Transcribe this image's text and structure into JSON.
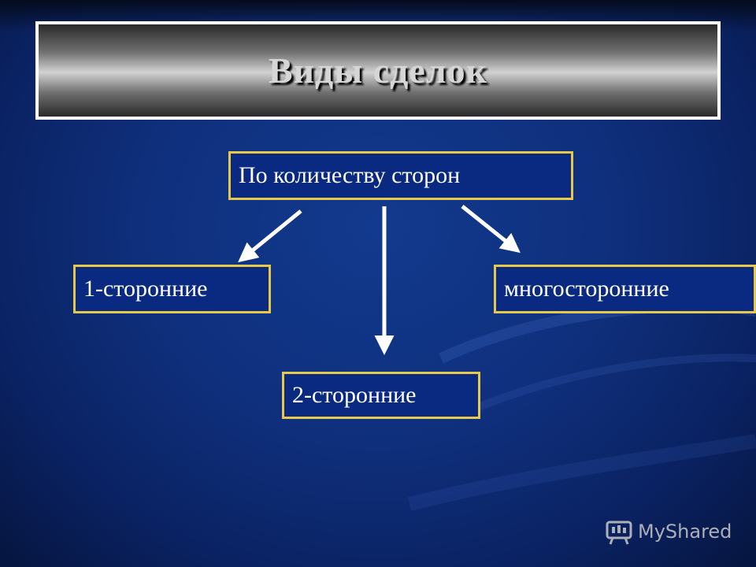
{
  "title": "Виды сделок",
  "diagram": {
    "root": "По количеству сторон",
    "children": [
      {
        "label": "1-сторонние"
      },
      {
        "label": "2-сторонние"
      },
      {
        "label": "многосторонние"
      }
    ]
  },
  "watermark": "MyShared",
  "colors": {
    "background": "#0f2f7c",
    "node_border": "#e6c94a",
    "text": "#ffffff",
    "arrow": "#ffffff"
  }
}
